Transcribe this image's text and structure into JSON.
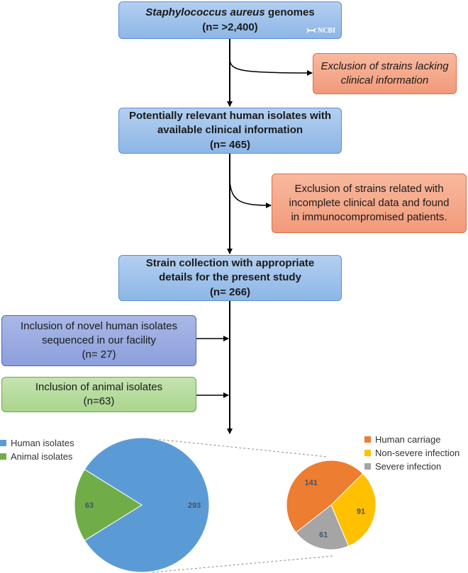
{
  "boxes": {
    "genomes": {
      "line1_italic": "Staphylococcus aureus",
      "line1_rest": " genomes",
      "line2": "(n= >2,400)",
      "logo": "NCBI"
    },
    "exclusion1": {
      "line1": "Exclusion of strains lacking",
      "line2": "clinical information"
    },
    "relevant": {
      "line1": "Potentially relevant human isolates with",
      "line2": "available clinical information",
      "line3": "(n= 465)"
    },
    "exclusion2": {
      "line1": "Exclusion of strains related with",
      "line2": "incomplete clinical data and found",
      "line3": "in immunocompromised patients."
    },
    "collection": {
      "line1": "Strain collection with appropriate",
      "line2": "details for the present study",
      "line3": "(n= 266)"
    },
    "novel": {
      "line1": "Inclusion of novel human isolates",
      "line2": "sequenced in our facility",
      "line3": "(n= 27)"
    },
    "animal": {
      "line1": "Inclusion of  animal isolates",
      "line2": "(n=63)"
    }
  },
  "colors": {
    "human": "#5b9bd5",
    "animal": "#70ad47",
    "carriage": "#ed7d31",
    "nonsevere": "#ffc000",
    "severe": "#a5a5a5"
  },
  "chart_data": [
    {
      "type": "pie",
      "legend": [
        "Human isolates",
        "Animal isolates"
      ],
      "slices": [
        {
          "label": "Human isolates",
          "value": 293,
          "color": "#5b9bd5"
        },
        {
          "label": "Animal isolates",
          "value": 63,
          "color": "#70ad47"
        }
      ]
    },
    {
      "type": "pie",
      "legend": [
        "Human carriage",
        "Non-severe infection",
        "Severe infection"
      ],
      "slices": [
        {
          "label": "Human carriage",
          "value": 141,
          "color": "#ed7d31"
        },
        {
          "label": "Non-severe infection",
          "value": 91,
          "color": "#ffc000"
        },
        {
          "label": "Severe infection",
          "value": 61,
          "color": "#a5a5a5"
        }
      ]
    }
  ]
}
